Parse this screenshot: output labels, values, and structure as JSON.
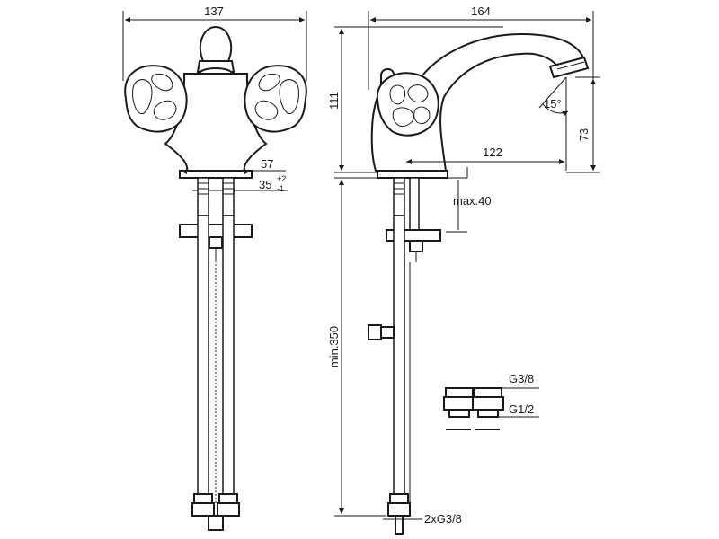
{
  "dimensions": {
    "front_width": "137",
    "side_width": "164",
    "height_body": "111",
    "spout_reach": "122",
    "spout_height": "73",
    "spout_angle": "15°",
    "base_width": "57",
    "inlet_spacing": "35",
    "inlet_tol_plus": "+2",
    "inlet_tol_minus": "-1",
    "deck_thickness": "max.40",
    "hose_length": "min.350",
    "thread_top": "G3/8",
    "thread_bottom": "G1/2",
    "hose_thread": "2xG3/8"
  },
  "colors": {
    "line": "#1a1a1a",
    "background": "#ffffff"
  }
}
